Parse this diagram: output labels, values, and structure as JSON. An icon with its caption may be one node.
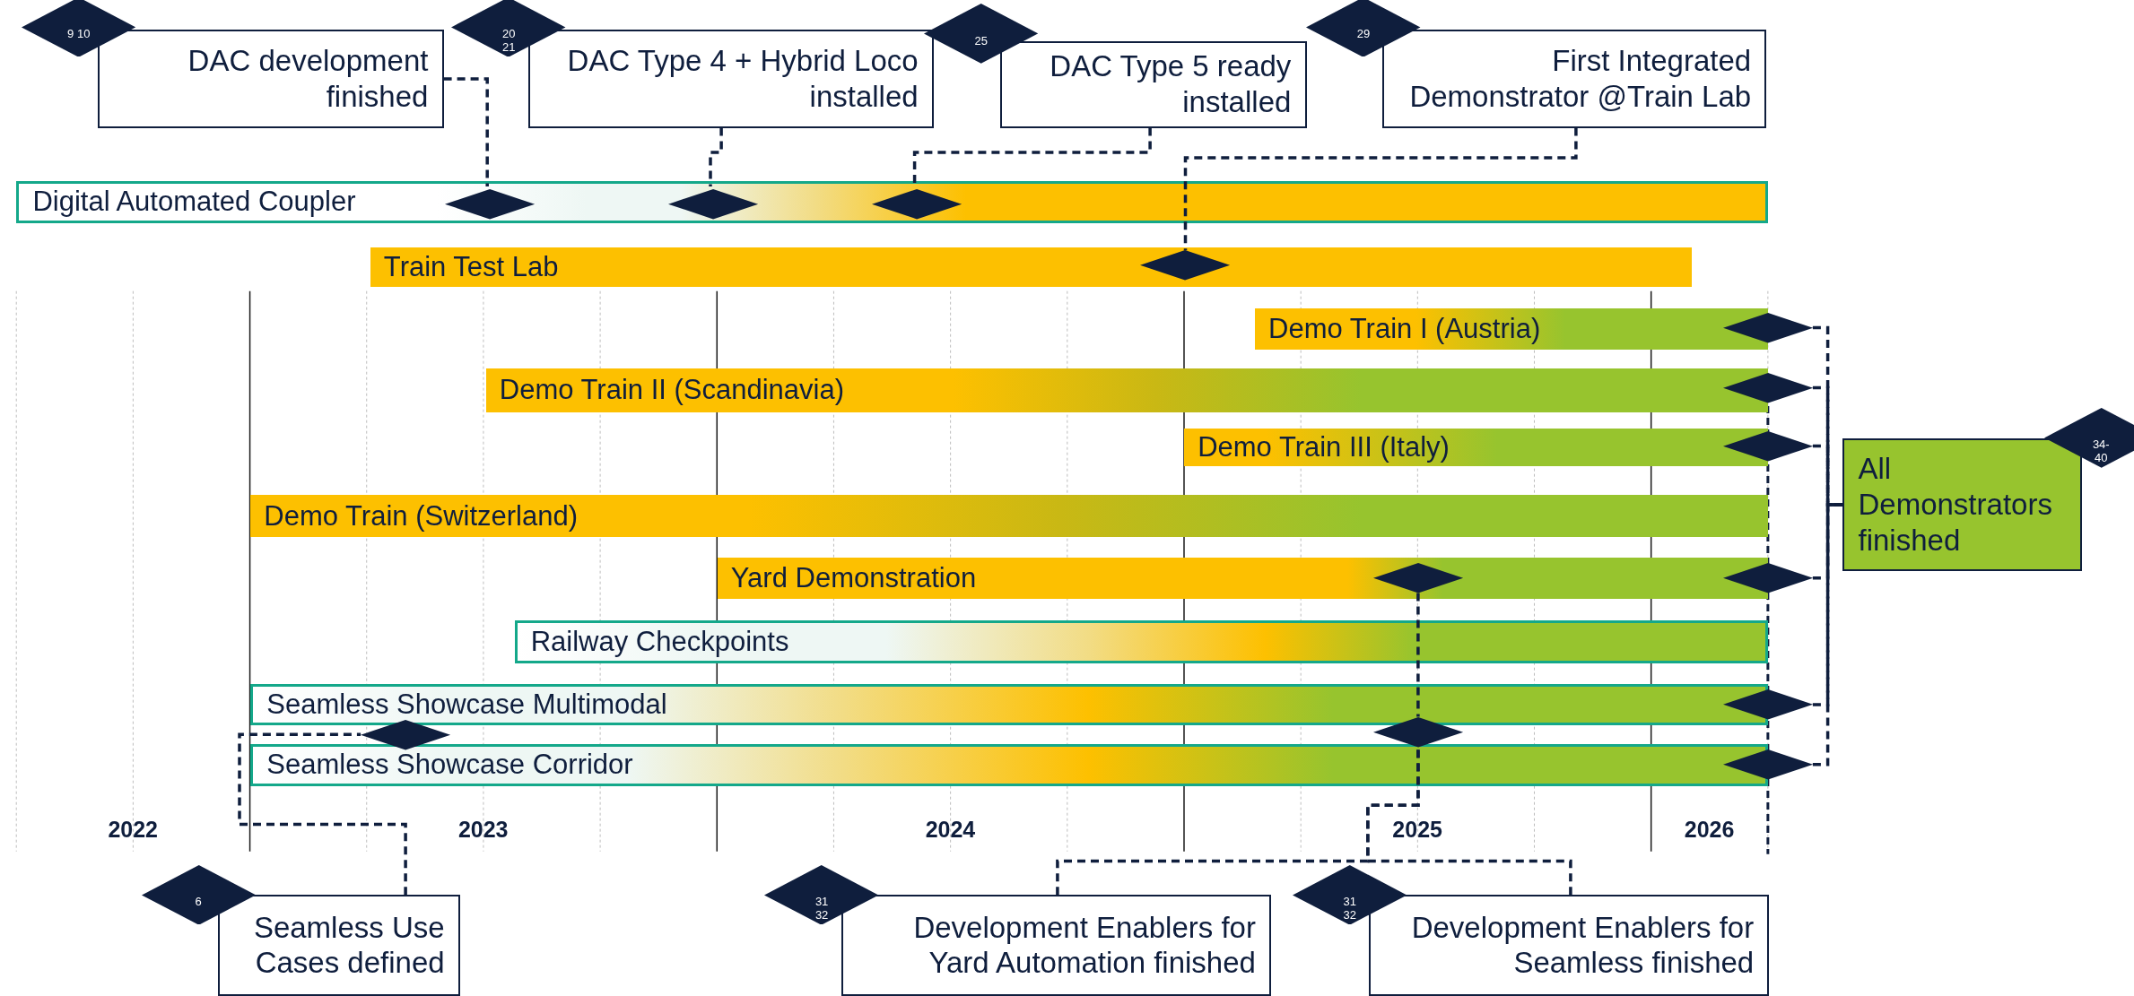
{
  "diagram": {
    "nodes": [
      {
        "text": [
          "DAC development finished"
        ],
        "beside": [
          "9 10"
        ]
      },
      {
        "text": [
          "DAC Type 4 + Hybrid Loco installed"
        ],
        "beside": [
          "20 21"
        ]
      },
      {
        "text": [
          "DAC Type 5 ready installed"
        ],
        "beside": [
          "25"
        ]
      },
      {
        "text": [
          "First Integrated Demonstrator @Train Lab"
        ],
        "beside": [
          "29"
        ]
      },
      {
        "text": [
          "Digital Automated Coupler"
        ]
      },
      {
        "text": [],
        "shape": "diamond",
        "in": 4
      },
      {
        "text": [],
        "shape": "diamond",
        "in": 4
      },
      {
        "text": [],
        "shape": "diamond",
        "in": 4
      },
      {
        "text": [
          "Train Test Lab"
        ]
      },
      {
        "text": [],
        "shape": "diamond",
        "in": 8
      },
      {
        "text": [
          "Demo Train I (Austria)"
        ]
      },
      {
        "text": [],
        "shape": "diamond"
      },
      {
        "text": [
          "Demo Train II (Scandinavia)"
        ]
      },
      {
        "text": [],
        "shape": "diamond"
      },
      {
        "text": [
          "Demo Train III (Italy)"
        ]
      },
      {
        "text": [],
        "shape": "diamond"
      },
      {
        "text": [
          "All Demonstrators finished"
        ],
        "beside": [
          "34- 40"
        ]
      },
      {
        "text": [
          "Demo Train (Switzerland)"
        ]
      },
      {
        "text": [
          "Yard Demonstration"
        ]
      },
      {
        "text": [],
        "shape": "diamond",
        "in": 18
      },
      {
        "text": [],
        "shape": "diamond"
      },
      {
        "text": [
          "Railway Checkpoints"
        ]
      },
      {
        "text": [
          "Seamless Showcase Multimodal"
        ]
      },
      {
        "text": [],
        "shape": "diamond"
      },
      {
        "text": [],
        "shape": "diamond"
      },
      {
        "text": [],
        "shape": "diamond"
      },
      {
        "text": [
          "Seamless Showcase Corridor"
        ]
      },
      {
        "text": [],
        "shape": "diamond"
      },
      {
        "text": [
          "Seamless Use Cases defined"
        ],
        "beside": [
          "6"
        ]
      },
      {
        "text": [
          "Development Enablers for Yard Automation finished"
        ],
        "beside": [
          "31 32"
        ]
      },
      {
        "text": [
          "Development Enablers for Seamless finished"
        ],
        "beside": [
          "31 32"
        ]
      }
    ],
    "edges": [
      {
        "from": 0,
        "to": 5,
        "arrow": "none",
        "style": "dashed"
      },
      {
        "from": 1,
        "to": 6,
        "arrow": "none",
        "style": "dashed"
      },
      {
        "from": 2,
        "to": 7,
        "arrow": "none",
        "style": "dashed"
      },
      {
        "from": 3,
        "to": 9,
        "arrow": "none",
        "style": "dashed"
      },
      {
        "from": 11,
        "to": 16,
        "arrow": "none",
        "style": "dashed"
      },
      {
        "from": 13,
        "to": 16,
        "arrow": "none",
        "style": "dashed"
      },
      {
        "from": 15,
        "to": 16,
        "arrow": "none",
        "style": "dashed"
      },
      {
        "from": 20,
        "to": 16,
        "arrow": "none",
        "style": "dashed"
      },
      {
        "from": 23,
        "to": 16,
        "arrow": "none",
        "style": "dashed"
      },
      {
        "from": 27,
        "to": 16,
        "arrow": "none",
        "style": "dashed"
      },
      {
        "from": 28,
        "to": 24,
        "arrow": "none",
        "style": "dashed"
      },
      {
        "from": 29,
        "to": 25,
        "arrow": "none",
        "style": "dashed"
      },
      {
        "from": 30,
        "to": 25,
        "arrow": "none",
        "style": "dashed"
      },
      {
        "from": 19,
        "to": 25,
        "arrow": "none",
        "style": "dashed"
      }
    ],
    "labels": [
      "2022",
      "2023",
      "2024",
      "2025",
      "2026"
    ]
  }
}
